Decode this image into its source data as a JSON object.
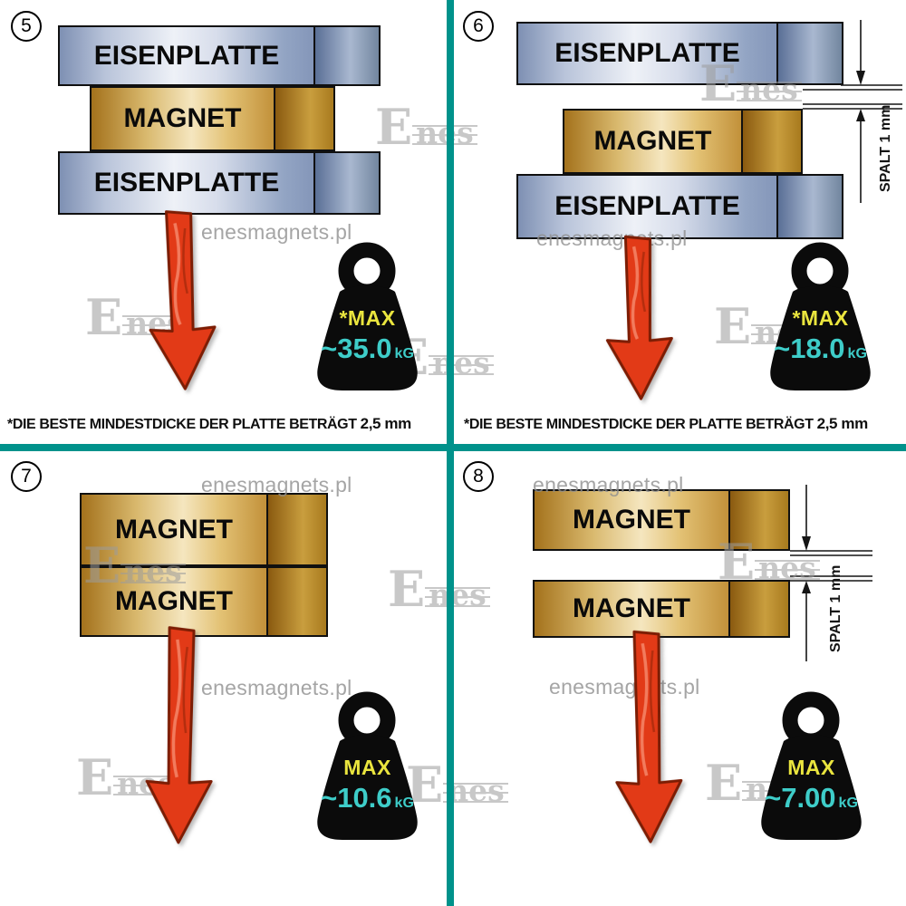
{
  "colors": {
    "divider_teal": "#00928b",
    "arrow_red": "#e23a17",
    "weight_label_yellow": "#eae53e",
    "weight_value_cyan": "#3ecdc9",
    "magnet_gold": "#d9a94f",
    "plate_steel": "#9fb0cc"
  },
  "watermark": {
    "logo_e": "E",
    "logo_nes": "nes",
    "site": "enesmagnets.pl"
  },
  "footnote": {
    "text": "*DIE BESTE MINDESTDICKE DER PLATTE BETRÄGT ",
    "bold": "2,5 mm"
  },
  "panels": [
    {
      "number": "5",
      "layer1": "EISENPLATTE",
      "layer2": "MAGNET",
      "layer3": "EISENPLATTE",
      "weight": {
        "label": "*MAX",
        "value": "~35.0",
        "unit": "kG"
      }
    },
    {
      "number": "6",
      "layer1": "EISENPLATTE",
      "layer2": "MAGNET",
      "layer3": "EISENPLATTE",
      "gap_label": "SPALT 1 mm",
      "weight": {
        "label": "*MAX",
        "value": "~18.0",
        "unit": "kG"
      }
    },
    {
      "number": "7",
      "layer1": "MAGNET",
      "layer2": "MAGNET",
      "weight": {
        "label": "MAX",
        "value": "~10.6",
        "unit": "kG"
      }
    },
    {
      "number": "8",
      "layer1": "MAGNET",
      "layer2": "MAGNET",
      "gap_label": "SPALT 1 mm",
      "weight": {
        "label": "MAX",
        "value": "~7.00",
        "unit": "kG"
      }
    }
  ]
}
